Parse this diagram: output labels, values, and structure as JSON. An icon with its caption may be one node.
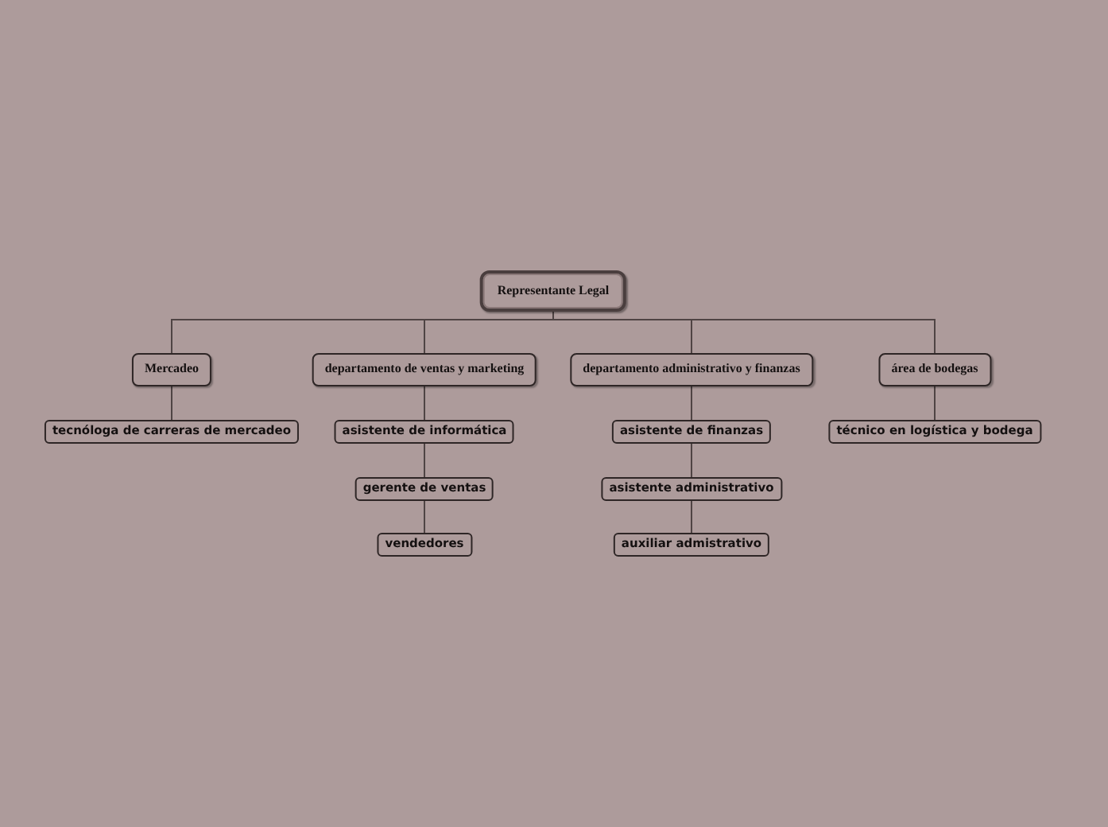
{
  "diagram": {
    "nodes": [
      {
        "text": [
          "Representante Legal"
        ]
      },
      {
        "text": [
          "Mercadeo"
        ]
      },
      {
        "text": [
          "departamento de ventas y marketing"
        ]
      },
      {
        "text": [
          "departamento administrativo y finanzas"
        ]
      },
      {
        "text": [
          "área de bodegas"
        ]
      },
      {
        "text": [
          "tecnóloga de carreras de mercadeo"
        ]
      },
      {
        "text": [
          "asistente de informática"
        ]
      },
      {
        "text": [
          "gerente de ventas"
        ]
      },
      {
        "text": [
          "vendedores"
        ]
      },
      {
        "text": [
          "asistente de finanzas"
        ]
      },
      {
        "text": [
          "asistente administrativo"
        ]
      },
      {
        "text": [
          "auxiliar admistrativo"
        ]
      },
      {
        "text": [
          "técnico en logística y bodega"
        ]
      }
    ],
    "edges": [
      {
        "from": 0,
        "to": 1,
        "arrow": "none"
      },
      {
        "from": 0,
        "to": 2,
        "arrow": "none"
      },
      {
        "from": 0,
        "to": 3,
        "arrow": "none"
      },
      {
        "from": 0,
        "to": 4,
        "arrow": "none"
      },
      {
        "from": 1,
        "to": 5,
        "arrow": "none"
      },
      {
        "from": 2,
        "to": 6,
        "arrow": "none"
      },
      {
        "from": 6,
        "to": 7,
        "arrow": "none"
      },
      {
        "from": 7,
        "to": 8,
        "arrow": "none"
      },
      {
        "from": 3,
        "to": 9,
        "arrow": "none"
      },
      {
        "from": 9,
        "to": 10,
        "arrow": "none"
      },
      {
        "from": 10,
        "to": 11,
        "arrow": "none"
      },
      {
        "from": 4,
        "to": 12,
        "arrow": "none"
      }
    ]
  }
}
